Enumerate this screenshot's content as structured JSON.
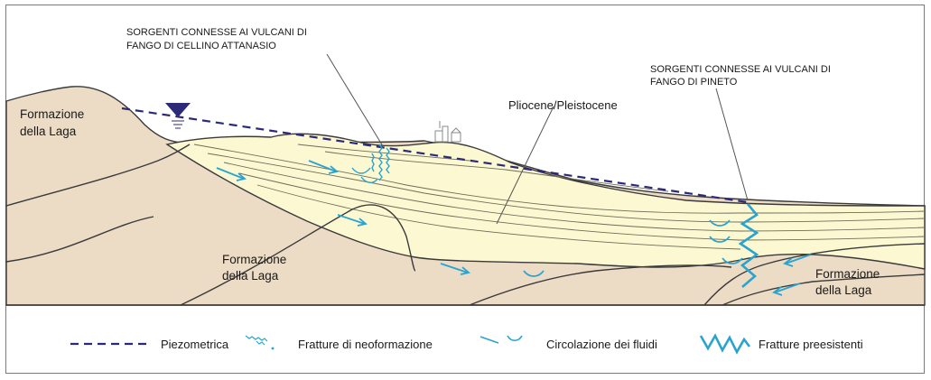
{
  "labels": {
    "springs_cellino": [
      "SORGENTI CONNESSE AI VULCANI DI",
      "FANGO DI CELLINO ATTANASIO"
    ],
    "springs_pineto": [
      "SORGENTI CONNESSE AI VULCANI DI",
      "FANGO DI PINETO"
    ],
    "pliocene": "Pliocene/Pleistocene",
    "laga_top_left": [
      "Formazione",
      "della Laga"
    ],
    "laga_middle": [
      "Formazione",
      "della Laga"
    ],
    "laga_right": [
      "Formazione",
      "della Laga"
    ]
  },
  "legend": {
    "piezometric": "Piezometrica",
    "new_fractures": "Fratture di neoformazione",
    "fluid_circulation": "Circolazione dei fluidi",
    "preexisting_fractures": "Fratture preesistenti"
  },
  "colors": {
    "laga": "#ecdcc6",
    "pliocene": "#fbf8d2",
    "line": "#3a3a3a",
    "piezo": "#2c2a78",
    "fluid": "#2aa3cf"
  }
}
